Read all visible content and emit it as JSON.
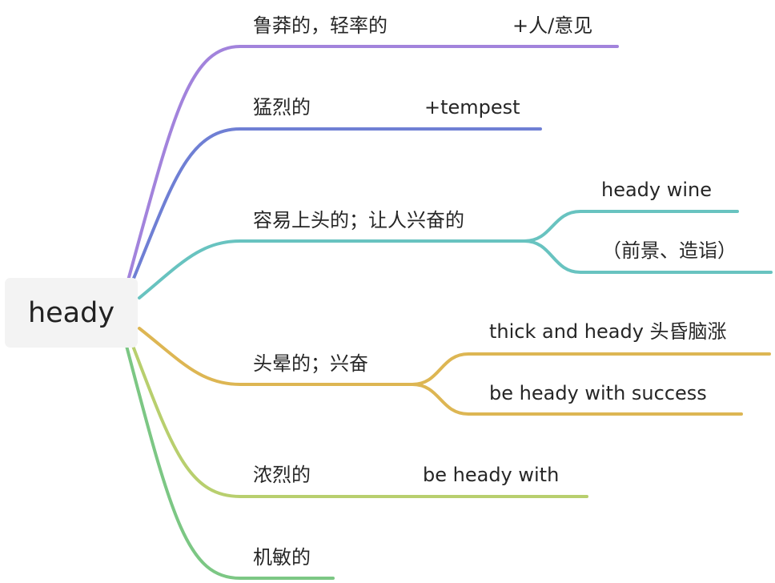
{
  "root": {
    "label": "heady"
  },
  "branches": [
    {
      "label": "鲁莽的，轻率的",
      "note": "+人/意见",
      "color": "#a283dc",
      "children": []
    },
    {
      "label": "猛烈的",
      "note": "+tempest",
      "color": "#6f7fd4",
      "children": []
    },
    {
      "label": "容易上头的；让人兴奋的",
      "note": "",
      "color": "#68c3c0",
      "children": [
        {
          "label": "heady wine"
        },
        {
          "label": "（前景、造诣）"
        }
      ]
    },
    {
      "label": "头晕的；兴奋",
      "note": "",
      "color": "#ddb653",
      "children": [
        {
          "label": "thick and heady 头昏脑涨"
        },
        {
          "label": "be heady with success"
        }
      ]
    },
    {
      "label": "浓烈的",
      "note": "be heady with",
      "color": "#b8cf6e",
      "children": []
    },
    {
      "label": "机敏的",
      "note": "",
      "color": "#7cc784",
      "children": []
    }
  ]
}
